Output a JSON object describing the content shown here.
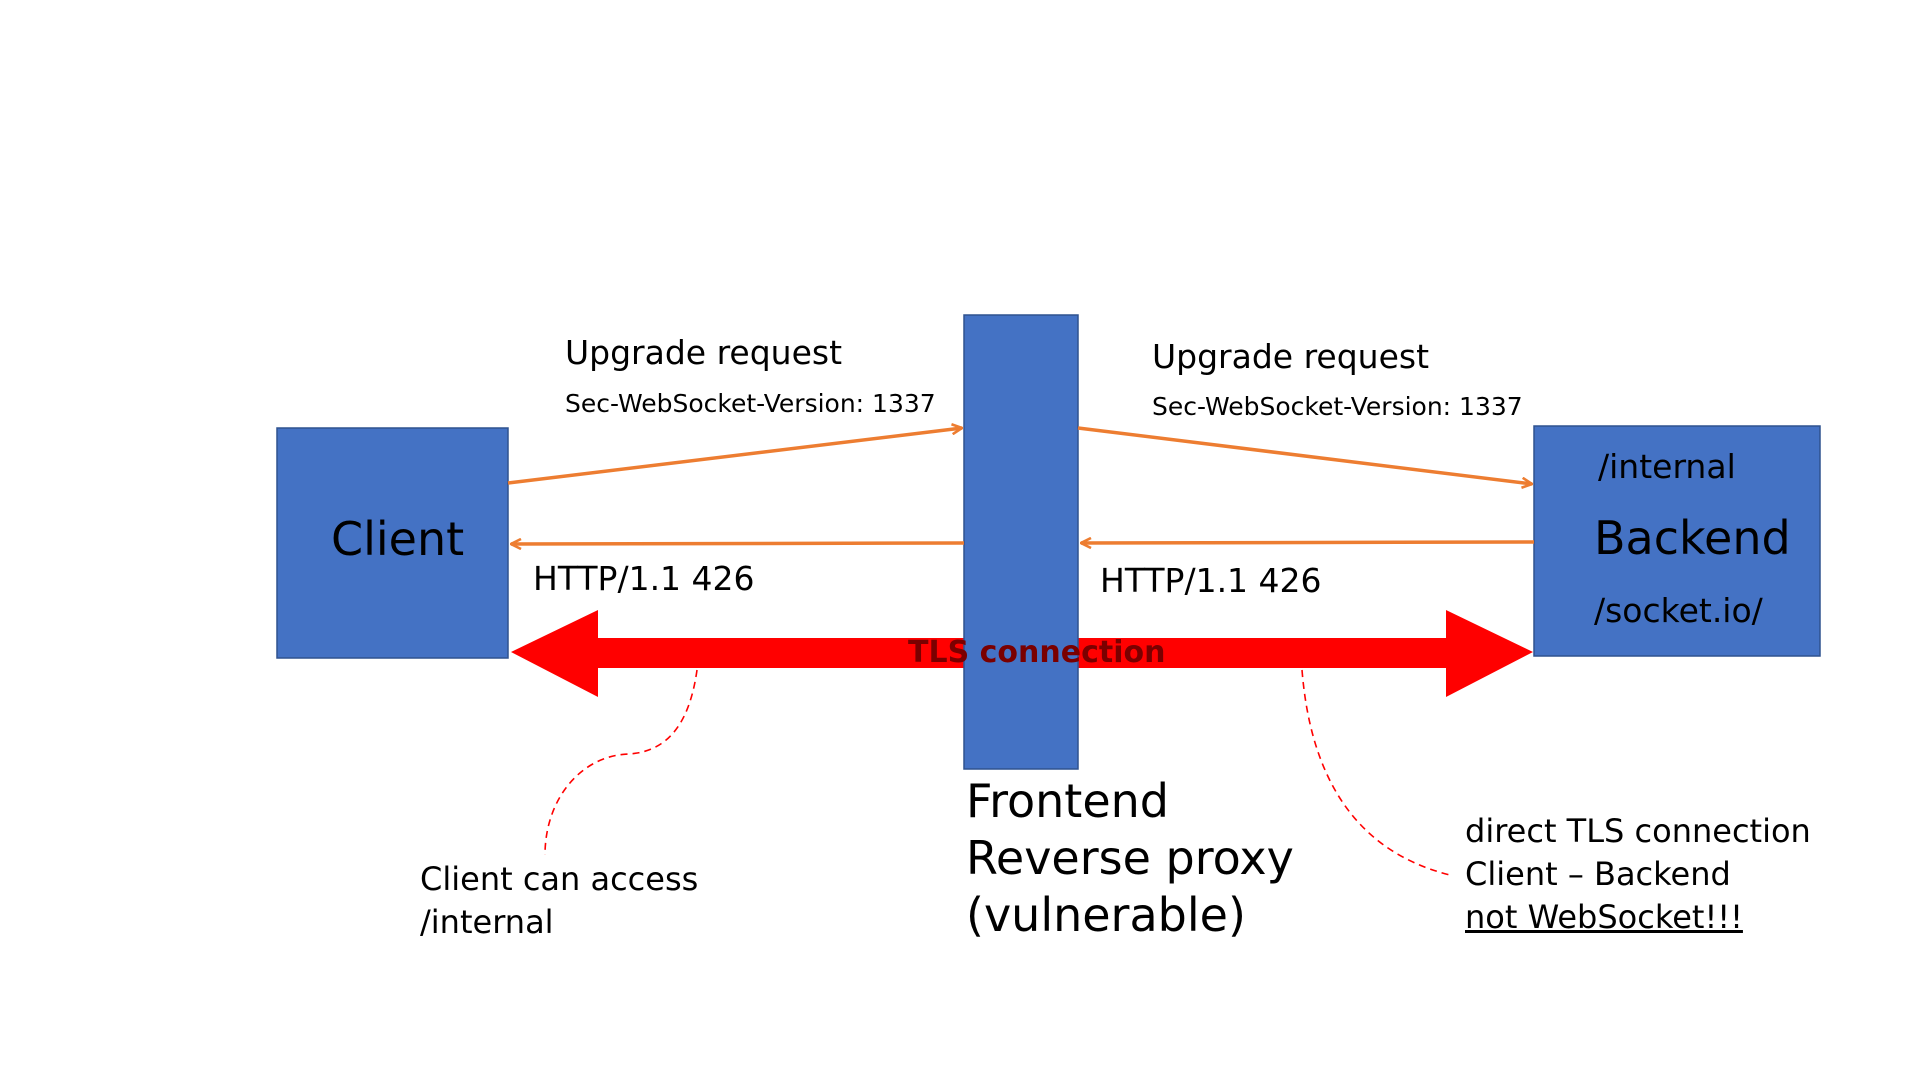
{
  "nodes": {
    "client": {
      "label": "Client"
    },
    "backend": {
      "label": "Backend",
      "path_top": "/internal",
      "path_bottom": "/socket.io/"
    },
    "frontend": {
      "label_line1": "Frontend",
      "label_line2": "Reverse proxy",
      "label_line3": "(vulnerable)"
    }
  },
  "messages": {
    "left_request": {
      "title": "Upgrade request",
      "header": "Sec-WebSocket-Version: 1337"
    },
    "right_request": {
      "title": "Upgrade request",
      "header": "Sec-WebSocket-Version: 1337"
    },
    "left_response": "HTTP/1.1 426",
    "right_response": "HTTP/1.1 426"
  },
  "tls": {
    "label": "TLS connection"
  },
  "notes": {
    "left": {
      "line1": "Client can access",
      "line2": "/internal"
    },
    "right": {
      "line1": "direct TLS connection",
      "line2": "Client – Backend",
      "line3": "not WebSocket!!!"
    }
  },
  "colors": {
    "box_fill": "#4472c4",
    "box_stroke": "#2f528f",
    "arrow": "#ed7d31",
    "tls_arrow": "#ff0000",
    "dashed": "#ff0000"
  }
}
